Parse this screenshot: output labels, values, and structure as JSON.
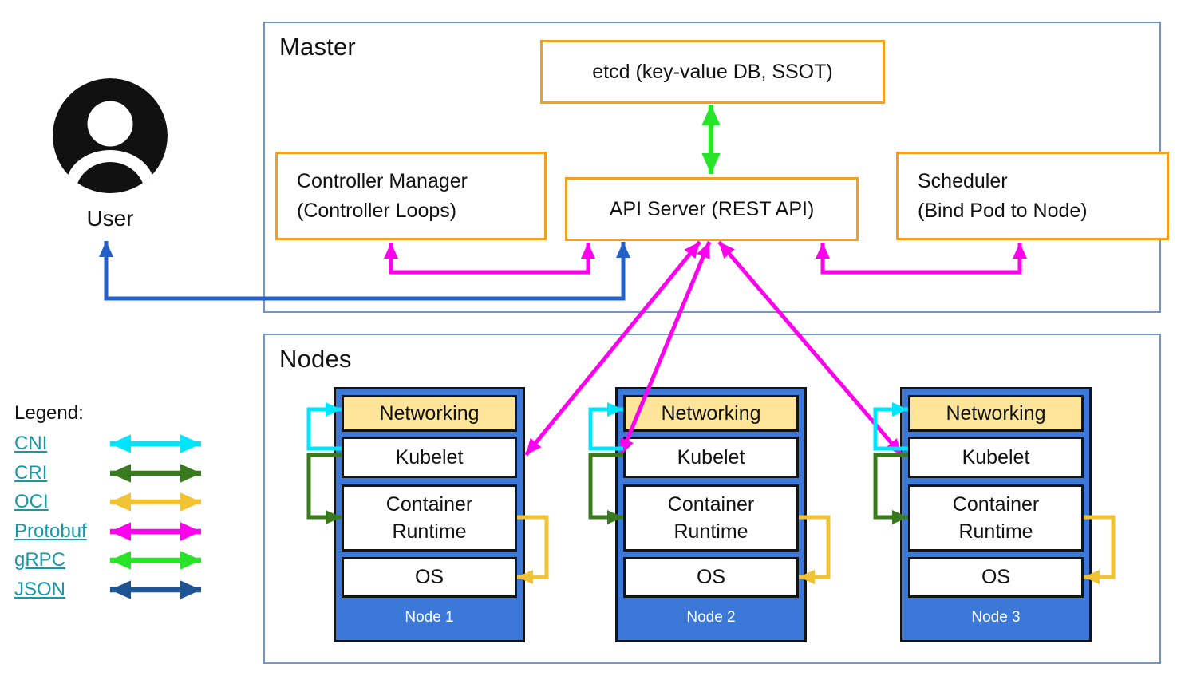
{
  "master": {
    "label": "Master",
    "etcd_label": "etcd (key-value DB, SSOT)",
    "controller_manager_line1": "Controller Manager",
    "controller_manager_line2": "(Controller Loops)",
    "api_server_label": "API Server (REST API)",
    "scheduler_line1": "Scheduler",
    "scheduler_line2": "(Bind Pod to Node)"
  },
  "user": {
    "label": "User"
  },
  "nodes_section": {
    "label": "Nodes",
    "nodes": [
      {
        "name": "Node 1",
        "layers": [
          "Networking",
          "Kubelet",
          "Container Runtime",
          "OS"
        ]
      },
      {
        "name": "Node 2",
        "layers": [
          "Networking",
          "Kubelet",
          "Container Runtime",
          "OS"
        ]
      },
      {
        "name": "Node 3",
        "layers": [
          "Networking",
          "Kubelet",
          "Container Runtime",
          "OS"
        ]
      }
    ]
  },
  "legend": {
    "title": "Legend:",
    "items": [
      {
        "label": "CNI",
        "color": "#00E5FF"
      },
      {
        "label": "CRI",
        "color": "#3A7A1E"
      },
      {
        "label": "OCI",
        "color": "#F1C232"
      },
      {
        "label": "Protobuf",
        "color": "#FF00EE"
      },
      {
        "label": "gRPC",
        "color": "#28E428"
      },
      {
        "label": "JSON",
        "color": "#1F5493"
      }
    ]
  },
  "colors": {
    "frame": "#6E96C8",
    "orange": "#F5A01B",
    "node_fill": "#3C78D8",
    "networking_fill": "#FFE59A",
    "link": "#1798A6",
    "cni": "#00E5FF",
    "cri": "#3A7A1E",
    "oci": "#F1C232",
    "protobuf": "#FF00EE",
    "grpc": "#28E428",
    "json": "#1F5493",
    "user_line": "#2060C8"
  }
}
